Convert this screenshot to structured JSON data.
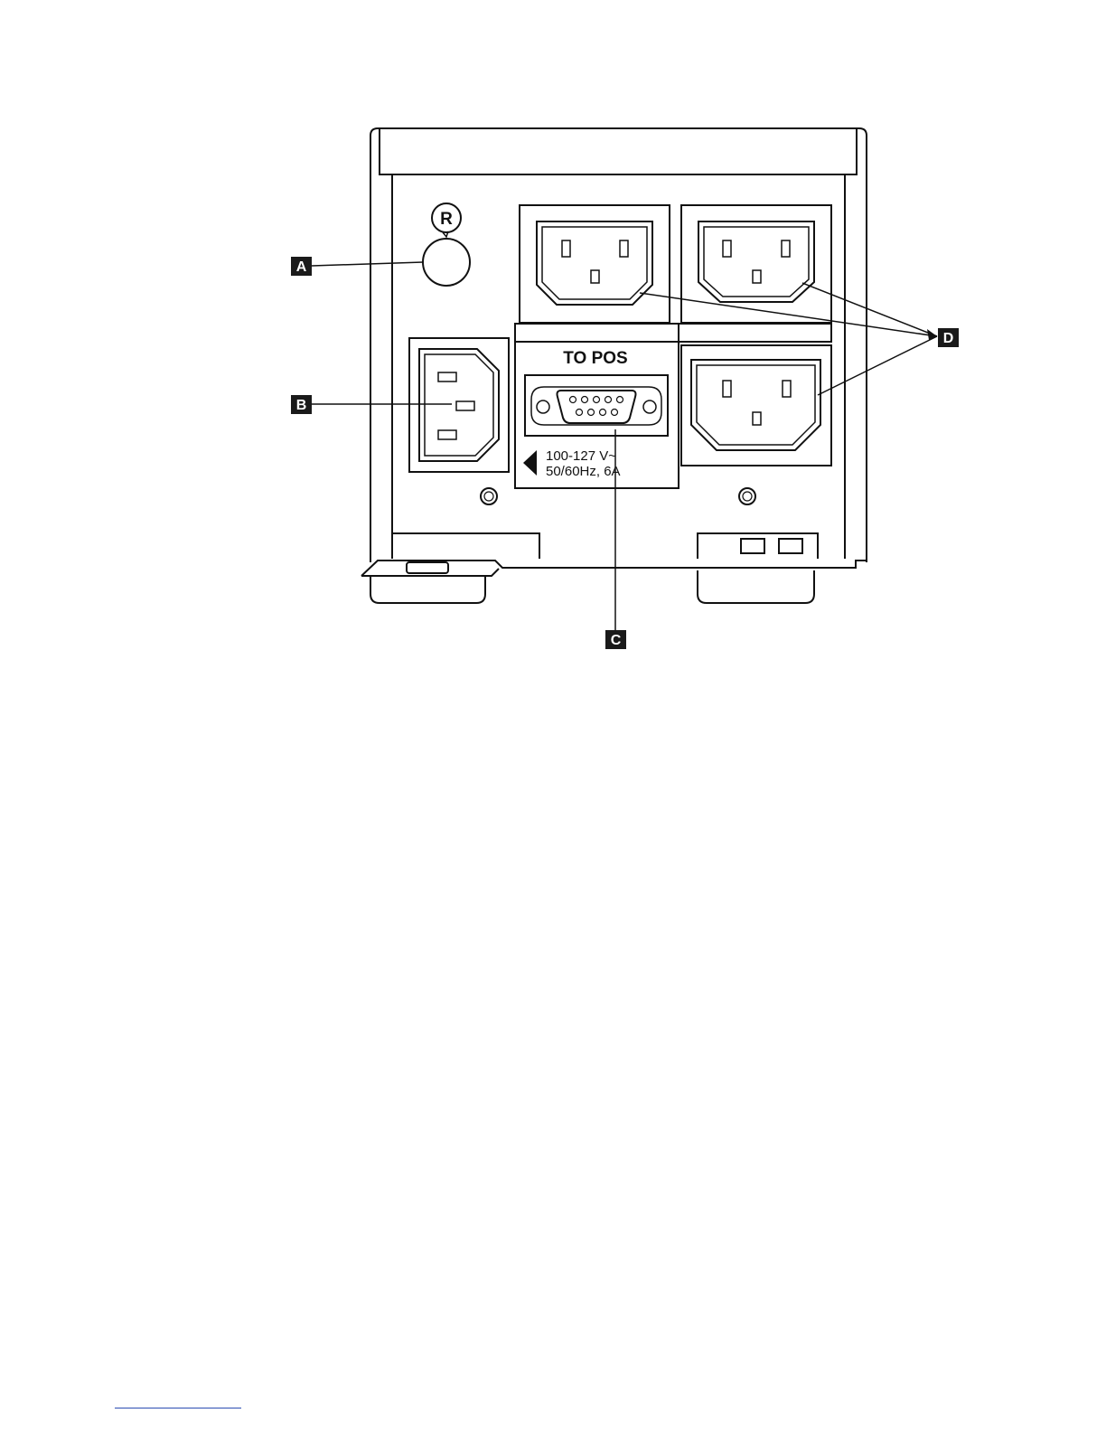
{
  "panel": {
    "reset_symbol": "R",
    "port_label": "TO POS",
    "rating_line1": "100-127 V~",
    "rating_line2": "50/60Hz, 6A"
  },
  "callouts": {
    "a": "A",
    "b": "B",
    "c": "C",
    "d": "D"
  },
  "colors": {
    "line": "#111111",
    "callout_bg": "#1a1a1a",
    "footer_rule": "#2b4db3"
  }
}
